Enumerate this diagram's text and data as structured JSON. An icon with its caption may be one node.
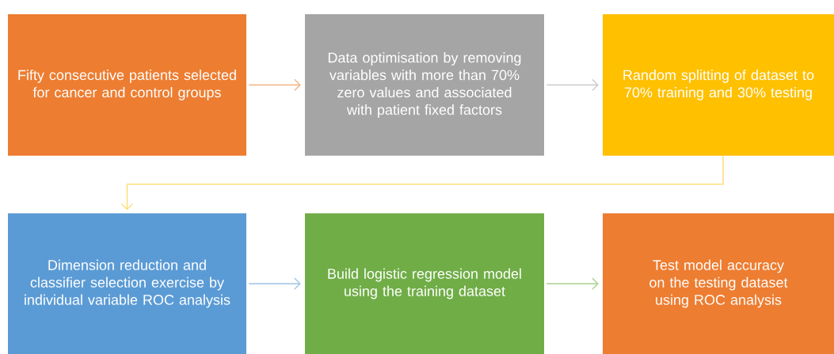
{
  "diagram": {
    "nodes": [
      {
        "text": [
          "Fifty consecutive patients selected for cancer and control groups"
        ]
      },
      {
        "text": [
          "Data optimisation by removing variables with more than 70% zero values and associated with patient fixed factors"
        ]
      },
      {
        "text": [
          "Random splitting of dataset to 70% training and 30% testing"
        ]
      },
      {
        "text": [
          "Dimension reduction and classifier selection exercise by individual variable ROC analysis"
        ]
      },
      {
        "text": [
          "Build logistic regression model using the training dataset"
        ]
      },
      {
        "text": [
          "Test model accuracy on the testing dataset using ROC analysis"
        ]
      }
    ],
    "edges": [
      {
        "from": 0,
        "to": 1,
        "arrow": "to",
        "color": "#f4b183"
      },
      {
        "from": 1,
        "to": 2,
        "arrow": "to",
        "color": "#c9c9c9"
      },
      {
        "from": 2,
        "to": 3,
        "arrow": "to",
        "color": "#ffd966"
      },
      {
        "from": 3,
        "to": 4,
        "arrow": "to",
        "color": "#9dc3e6"
      },
      {
        "from": 4,
        "to": 5,
        "arrow": "to",
        "color": "#a9d18e"
      }
    ]
  }
}
